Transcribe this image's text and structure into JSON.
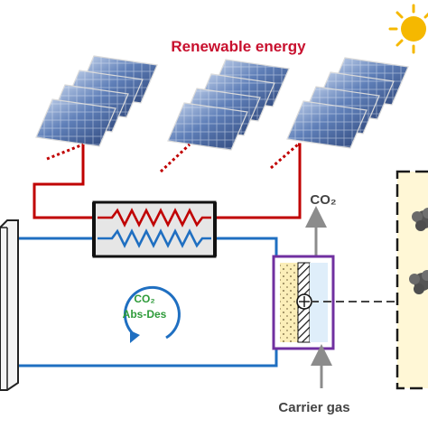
{
  "title": "Renewable energy",
  "co2_output_label": "CO₂",
  "cycle_label": {
    "line1": "CO₂",
    "line2": "Abs-Des"
  },
  "carrier_gas_label": "Carrier gas",
  "icons": [
    "sun-icon",
    "solar-panel-icon",
    "heater-coil-icon",
    "cooler-coil-icon",
    "cycle-arrow-icon",
    "membrane-module-icon",
    "particle-icon"
  ],
  "colors": {
    "title": "#c8102e",
    "electric_circuit": "#c00000",
    "fluid_loop": "#1f6fc1",
    "cycle_text": "#2e9b3a",
    "cycle_arrow": "#1f6fc1",
    "module_frame": "#7030a0",
    "gas_arrow": "#8c8c8c",
    "sun": "#f5b800",
    "side_panel_border": "#1a1a1a",
    "side_panel_fill": "#fff7d6"
  }
}
